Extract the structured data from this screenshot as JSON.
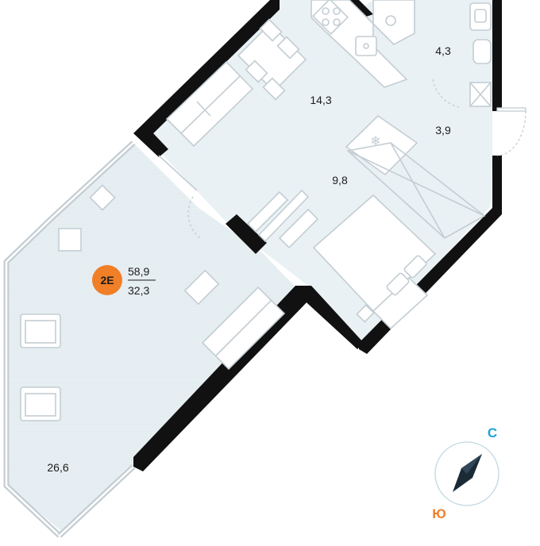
{
  "unit": {
    "type_code": "2E",
    "total_area": "58,9",
    "living_area": "32,3"
  },
  "rooms": [
    {
      "id": "loggia-living",
      "area": "26,6"
    },
    {
      "id": "kitchen-living",
      "area": "14,3"
    },
    {
      "id": "bedroom",
      "area": "9,8"
    },
    {
      "id": "bathroom",
      "area": "4,3"
    },
    {
      "id": "hallway",
      "area": "3,9"
    }
  ],
  "compass": {
    "north_label": "С",
    "south_label": "Ю",
    "north_color": "#1fa2d6",
    "south_color": "#f07f28"
  },
  "colors": {
    "wall": "#111111",
    "floor": "#e9f1f4",
    "loggia_floor": "#e7eff2",
    "furniture_stroke": "#c3cdd3",
    "badge": "#f07f28"
  }
}
